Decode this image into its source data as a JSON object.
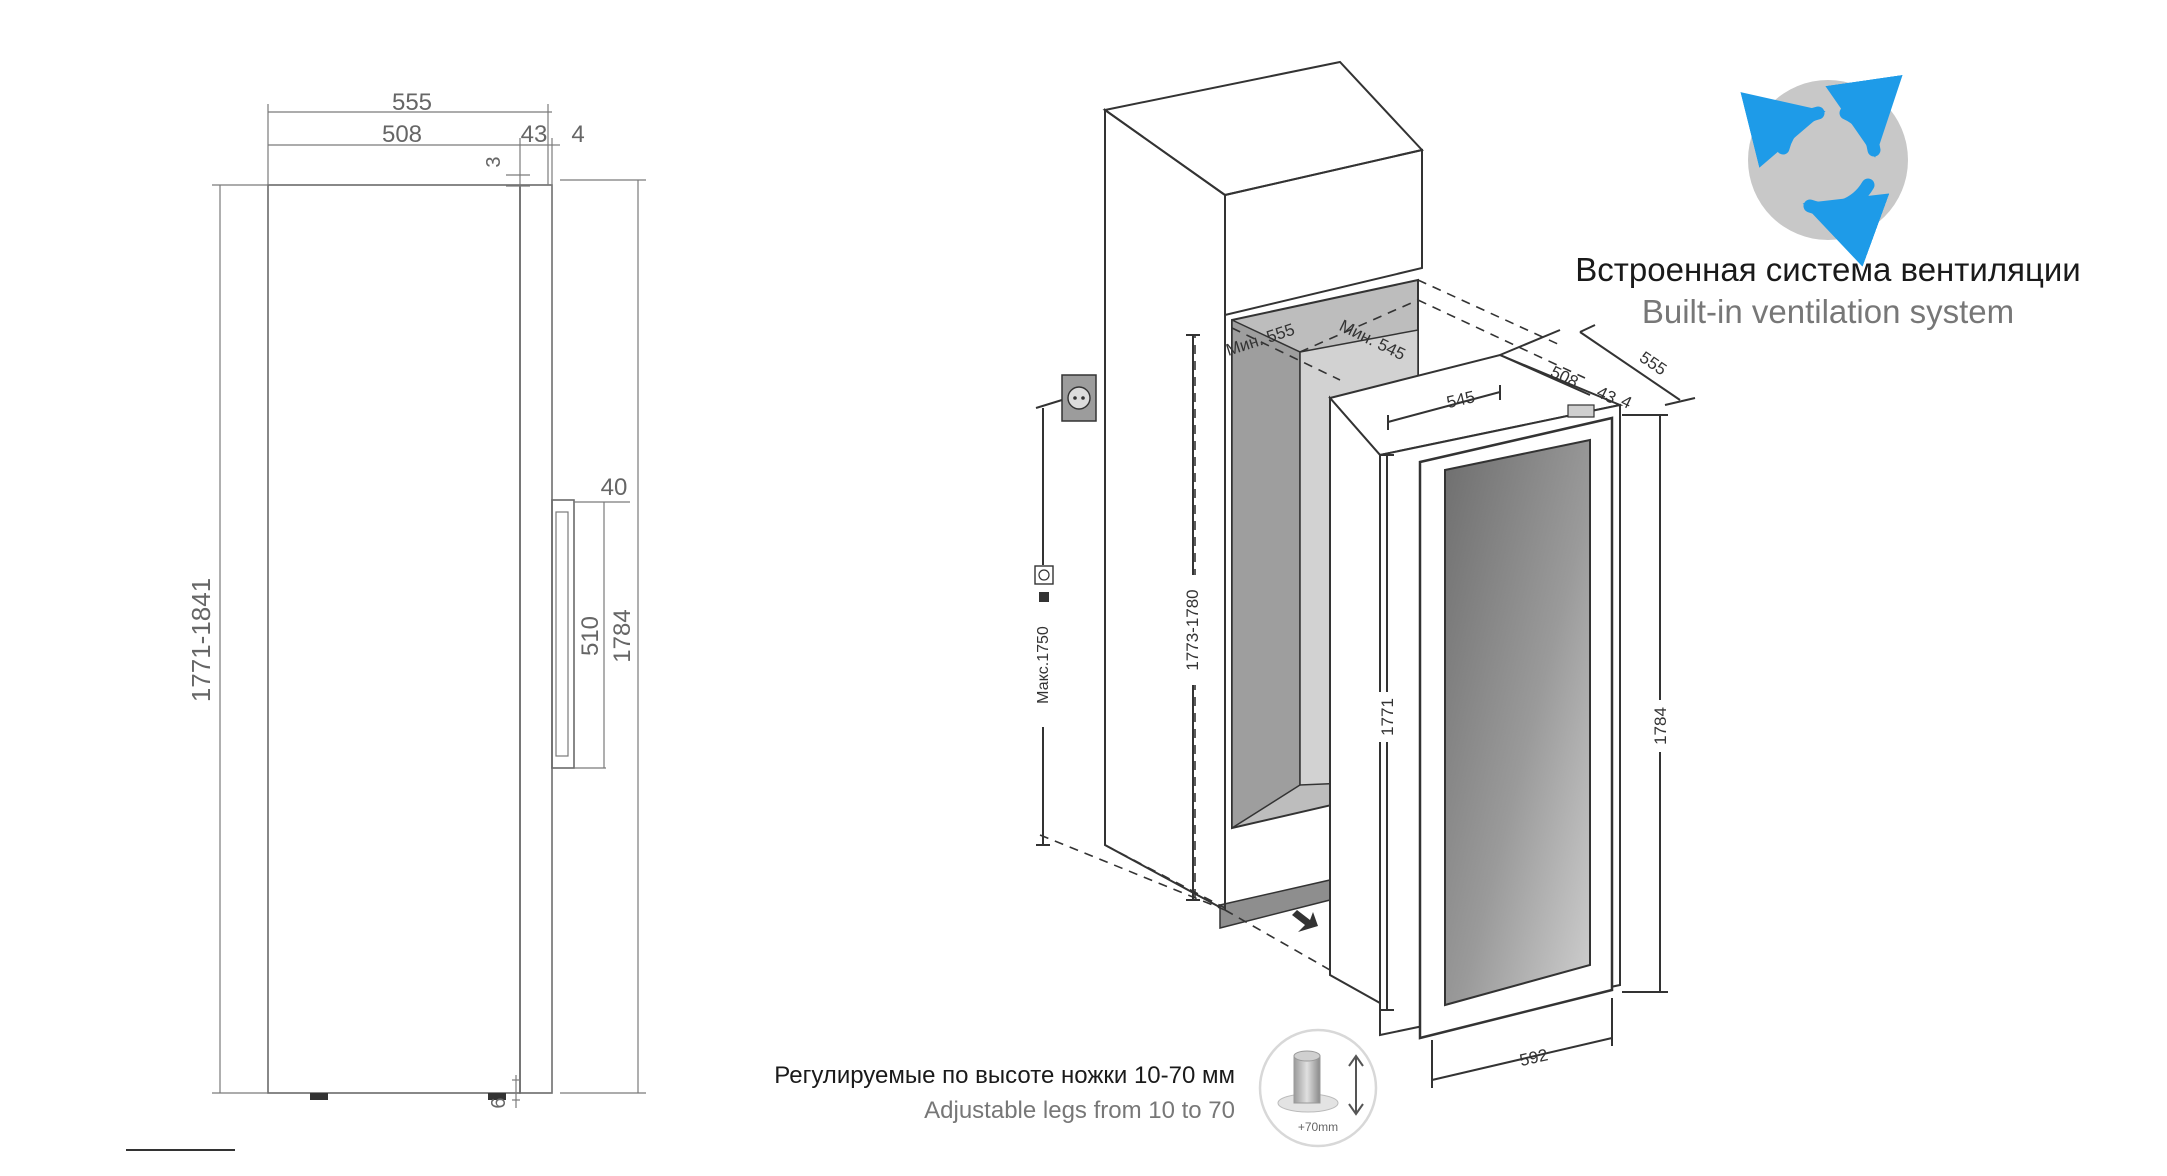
{
  "colors": {
    "accent_arrows": "#1e9be8",
    "icon_circle": "#c8c8c8",
    "cabinet_interior": "#bdbdbd"
  },
  "icons": {
    "ventilation": "circular-arrows-icon",
    "socket": "power-socket-icon",
    "leg": "adjustable-leg-icon"
  },
  "side_view": {
    "dims": {
      "total_depth": "555",
      "body_depth": "508",
      "door_depth": "43",
      "gap_4": "4",
      "gap_3": "3",
      "handle_offset": "40",
      "handle_height": "510",
      "unit_height": "1784",
      "niche_height": "1771-1841",
      "leg_6": "6"
    }
  },
  "iso_view": {
    "dims": {
      "min_555": "Мин. 555",
      "min_545": "Мин. 545",
      "width_545": "545",
      "depth_508": "508",
      "depth_43": "43",
      "depth_4": "4",
      "depth_555": "555",
      "niche_h": "1773-1780",
      "socket_max": "Макс.1750",
      "h_1771": "1771",
      "h_1784": "1784",
      "w_592": "592",
      "leg_label": "+70mm"
    }
  },
  "ventilation": {
    "title_ru": "Встроенная система вентиляции",
    "title_en": "Built-in ventilation system"
  },
  "legs": {
    "title_ru": "Регулируемые по высоте ножки 10-70 мм",
    "title_en": "Adjustable legs from 10 to 70"
  }
}
